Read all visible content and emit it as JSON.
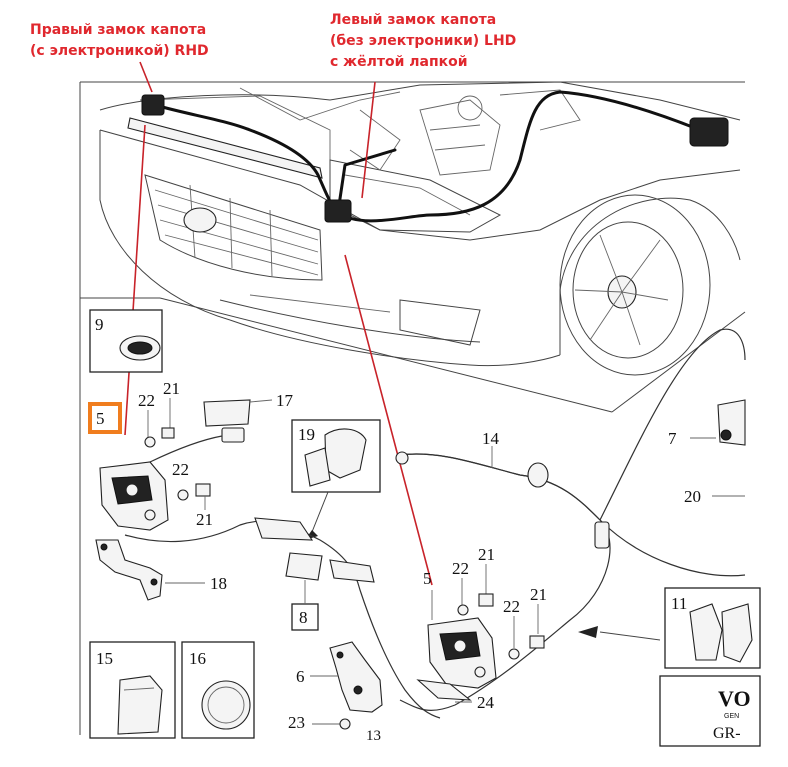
{
  "captions": {
    "right_lock": [
      "Правый замок капота",
      "(с электроникой) RHD"
    ],
    "left_lock": [
      "Левый замок капота",
      "(без электроники) LHD",
      "с жёлтой лапкой"
    ]
  },
  "parts": {
    "p9": "9",
    "p5a": "5",
    "p22a": "22",
    "p21a": "21",
    "p17": "17",
    "p22b": "22",
    "p21b": "21",
    "p19": "19",
    "p14": "14",
    "p7": "7",
    "p20": "20",
    "p18": "18",
    "p8": "8",
    "p5b": "5",
    "p22c": "22",
    "p21c": "21",
    "p22d": "22",
    "p21d": "21",
    "p11": "11",
    "p15": "15",
    "p16": "16",
    "p6": "6",
    "p24": "24",
    "p23": "23",
    "p13": "13"
  },
  "brand_fragment": "VO",
  "brand_small": "GEN",
  "code_fragment": "GR-",
  "colors": {
    "callout": "#e0282e",
    "highlight_box": "#f07d1e"
  }
}
